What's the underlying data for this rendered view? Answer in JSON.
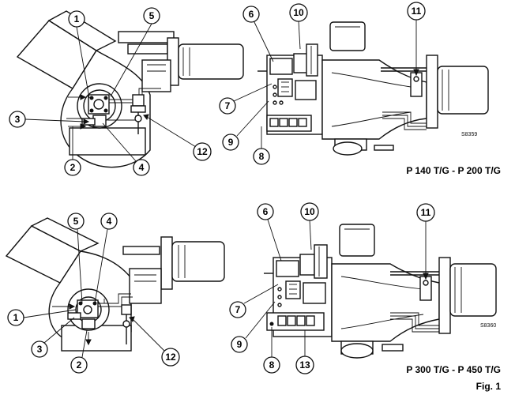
{
  "figure_label": "Fig. 1",
  "top_right": {
    "model": "P 140 T/G - P 200 T/G",
    "drawing_code": "S8359",
    "callouts": [
      "6",
      "10",
      "11",
      "7",
      "9",
      "8"
    ]
  },
  "top_left": {
    "callouts": [
      "1",
      "5",
      "3",
      "2",
      "4",
      "12"
    ]
  },
  "bottom_right": {
    "model": "P 300 T/G - P 450 T/G",
    "drawing_code": "S8360",
    "callouts": [
      "6",
      "10",
      "11",
      "7",
      "9",
      "8",
      "13"
    ]
  },
  "bottom_left": {
    "callouts": [
      "5",
      "4",
      "1",
      "3",
      "2",
      "12"
    ]
  }
}
